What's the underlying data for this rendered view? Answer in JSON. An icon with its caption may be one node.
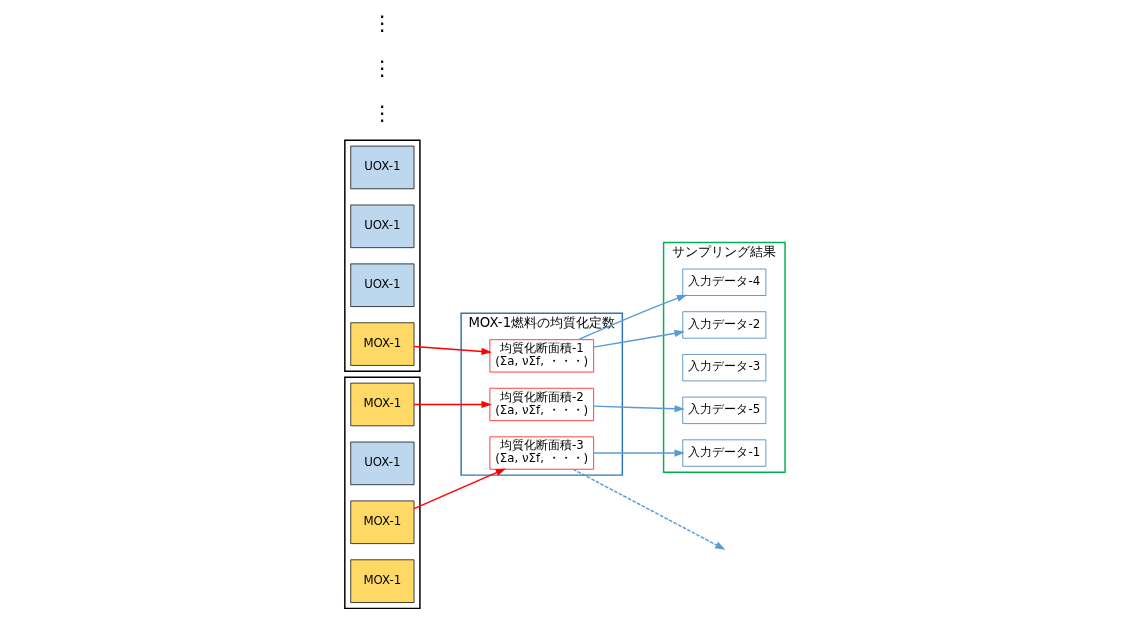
{
  "diagram": {
    "nodes": [
      {
        "text": [],
        "shape": "box"
      },
      {
        "text": [
          "UOX-1"
        ],
        "in": 0
      },
      {
        "text": [
          "UOX-1"
        ],
        "in": 0
      },
      {
        "text": [
          "UOX-1"
        ],
        "in": 0
      },
      {
        "text": [
          "MOX-1"
        ],
        "in": 0
      },
      {
        "text": [],
        "shape": "box"
      },
      {
        "text": [
          "MOX-1"
        ],
        "in": 5
      },
      {
        "text": [
          "UOX-1"
        ],
        "in": 5
      },
      {
        "text": [
          "MOX-1"
        ],
        "in": 5
      },
      {
        "text": [
          "MOX-1"
        ],
        "in": 5
      },
      {
        "text": [
          "MOX-1燃料の均質化定数"
        ]
      },
      {
        "text": [
          "均質化断面積-1",
          "(Σa, νΣf, ・・・)"
        ],
        "in": 10
      },
      {
        "text": [
          "均質化断面積-2",
          "(Σa, νΣf, ・・・)"
        ],
        "in": 10
      },
      {
        "text": [
          "均質化断面積-3",
          "(Σa, νΣf, ・・・)"
        ],
        "in": 10
      },
      {
        "text": [
          "サンプリング結果"
        ]
      },
      {
        "text": [
          "入力データ-1"
        ],
        "in": 14
      },
      {
        "text": [
          "入力データ-2"
        ],
        "in": 14
      },
      {
        "text": [
          "入力データ-3"
        ],
        "in": 14
      },
      {
        "text": [
          "入力データ-4"
        ],
        "in": 14
      },
      {
        "text": [
          "入力データ-5"
        ],
        "in": 14
      }
    ],
    "edges": [
      {
        "from": 4,
        "to": 11,
        "arrow": "to",
        "color": "#ff0000"
      },
      {
        "from": 6,
        "to": 12,
        "arrow": "to",
        "color": "#ff0000"
      },
      {
        "from": 8,
        "to": 13,
        "arrow": "to",
        "color": "#ff0000"
      },
      {
        "from": 11,
        "to": 16,
        "arrow": "to"
      },
      {
        "from": 11,
        "to": 18,
        "arrow": "to"
      },
      {
        "from": 12,
        "to": 19,
        "arrow": "to"
      },
      {
        "from": 13,
        "to": 15,
        "arrow": "to"
      },
      {
        "from": 13,
        "to": null,
        "arrow": "to",
        "style": "dashed"
      }
    ],
    "labels": [
      "⋮",
      "⋮",
      "⋮"
    ]
  }
}
